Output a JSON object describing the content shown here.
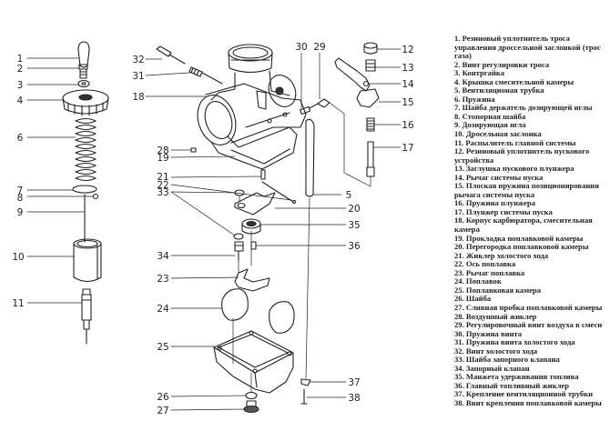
{
  "diagram": {
    "subject": "Motorcycle carburetor exploded view",
    "callouts": [
      "1",
      "2",
      "3",
      "4",
      "5",
      "6",
      "7",
      "8",
      "9",
      "10",
      "11",
      "12",
      "13",
      "14",
      "15",
      "16",
      "17",
      "18",
      "19",
      "20",
      "21",
      "22",
      "23",
      "24",
      "25",
      "26",
      "27",
      "28",
      "29",
      "30",
      "31",
      "32",
      "33",
      "34",
      "35",
      "36",
      "37",
      "38"
    ]
  },
  "legend": {
    "items": [
      "1. Резиновый уплотнитель троса управления дроссельной заслонкой (трос газа)",
      "2. Винт регулировки троса",
      "3. Контргайка",
      "4. Крышка смесительной камеры",
      "5. Вентиляционая трубка",
      "6. Пружина",
      "7. Шайба держатель дозирующей иглы",
      "8. Стопорная шайба",
      "9. Дозирующая игла",
      "10. Дросельная заслонка",
      "11. Распылитель главной системы",
      "12. Резиновый уплотнитель пускового устройства",
      "13. Заглушка пускового плунжера",
      "14. Рычаг системы пуска",
      "15. Плоская пружина позиционирования рычага системы пуска",
      "16. Пружина плунжера",
      "17. Плунжер системы пуска",
      "18. Корпус карбюратора, смесительная камера",
      "19. Прокладка поплавковой камеры",
      "20. Перегородка поплавковой камеры",
      "21. Жиклер холостого хода",
      "22. Ось поплавка",
      "23. Рычаг поплавка",
      "24. Поплавок",
      "25. Поплавковая камера",
      "26. Шайба",
      "27. Сливная пробка поплавковой камеры",
      "28. Воздушный жиклер",
      "29. Регулировочный винт воздуха в смеси",
      "30. Пружина винта",
      "31. Пружина винта холостого хода",
      "32. Винт холостого хода",
      "33. Шайба запорного клапана",
      "34. Запорный клапан",
      "35. Манжета удерживания топлива",
      "36. Главный топливный жиклер",
      "37. Крепление вентиляционной трубки",
      "38. Винт крепления поплавковой камеры"
    ]
  }
}
